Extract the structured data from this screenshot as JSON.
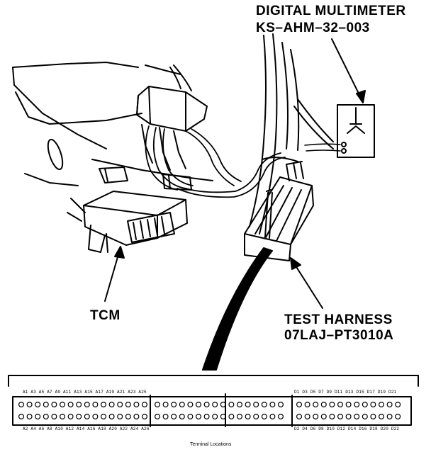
{
  "labels": {
    "multimeter_line1": "DIGITAL MULTIMETER",
    "multimeter_line2": "KS–AHM–32–003",
    "tcm": "TCM",
    "harness_line1": "TEST HARNESS",
    "harness_line2": "07LAJ–PT3010A"
  },
  "connector": {
    "top_left_pins": "A1 A3 A5 A7 A9 A11 A13 A15 A17 A19 A21 A23 A25",
    "top_right_pins": "D1 D3 D5 D7 D9 D11 D13 D15 D17 D19 D21",
    "bottom_left_pins": "A2 A4 A6 A8 A10 A12 A14 A16 A18 A20 A22 A24 A26",
    "bottom_right_pins": "D2 D4 D6 D8 D10 D12 D14 D16 D18 D20 D22",
    "caption": "Terminal Locations"
  },
  "colors": {
    "ink": "#000000",
    "paper": "#ffffff"
  }
}
